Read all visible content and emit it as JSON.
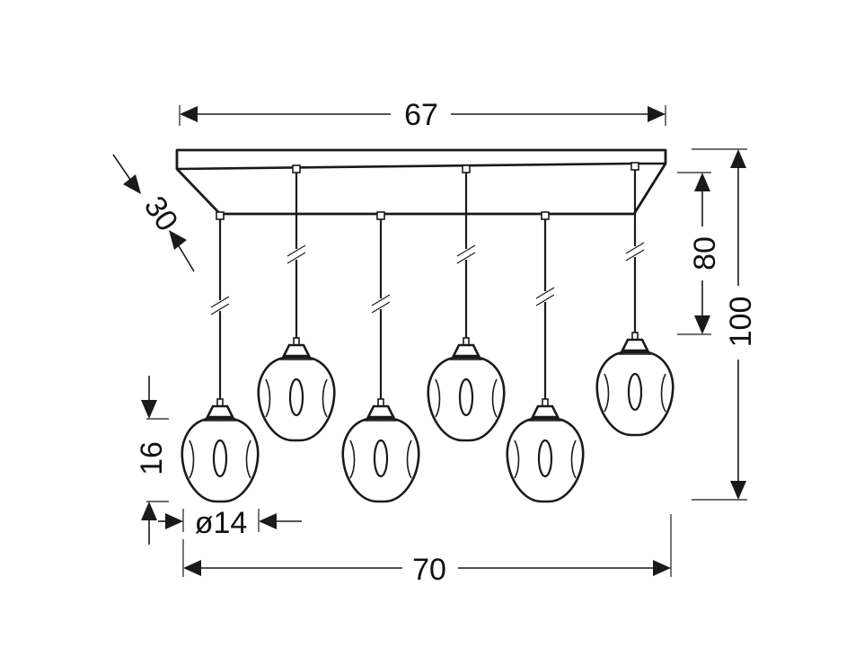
{
  "dimensions": {
    "canopy_length": "67",
    "canopy_depth": "30",
    "shade_height": "16",
    "shade_diameter": "ø14",
    "total_width": "70",
    "cord_length": "80",
    "total_height": "100"
  },
  "pendant_count": 6
}
